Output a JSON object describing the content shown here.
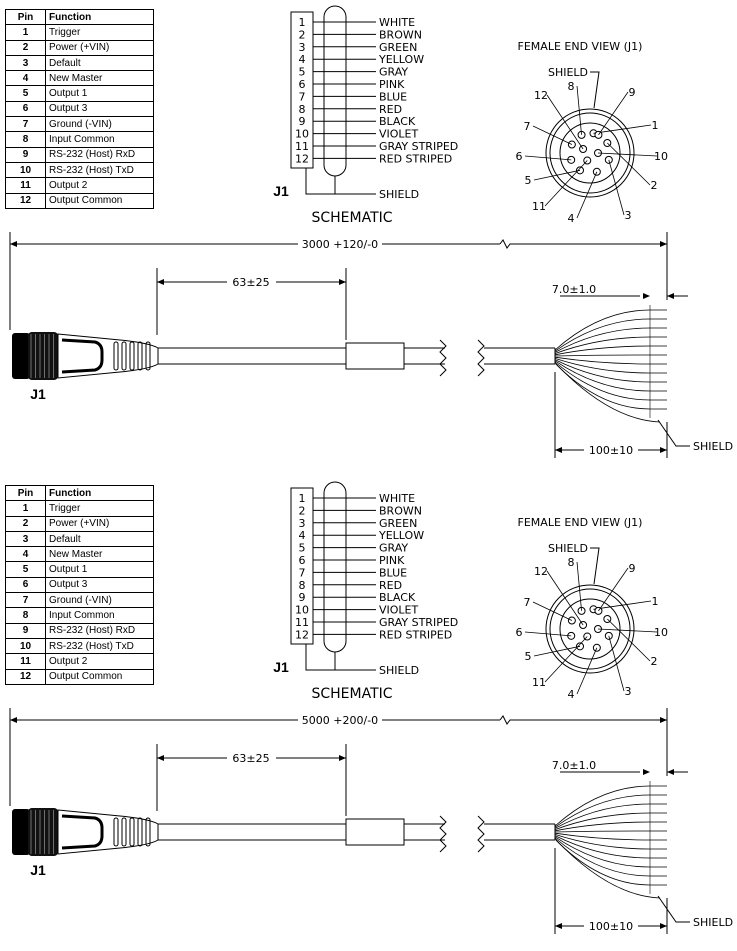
{
  "pin_table": {
    "headers": [
      "Pin",
      "Function"
    ],
    "rows": [
      [
        "1",
        "Trigger"
      ],
      [
        "2",
        "Power (+VIN)"
      ],
      [
        "3",
        "Default"
      ],
      [
        "4",
        "New Master"
      ],
      [
        "5",
        "Output 1"
      ],
      [
        "6",
        "Output 3"
      ],
      [
        "7",
        "Ground (-VIN)"
      ],
      [
        "8",
        "Input Common"
      ],
      [
        "9",
        "RS-232 (Host) RxD"
      ],
      [
        "10",
        "RS-232 (Host) TxD"
      ],
      [
        "11",
        "Output 2"
      ],
      [
        "12",
        "Output Common"
      ]
    ]
  },
  "schematic": {
    "title": "SCHEMATIC",
    "connector_label": "J1",
    "pins": [
      "1",
      "2",
      "3",
      "4",
      "5",
      "6",
      "7",
      "8",
      "9",
      "10",
      "11",
      "12"
    ],
    "wires": [
      "WHITE",
      "BROWN",
      "GREEN",
      "YELLOW",
      "GRAY",
      "PINK",
      "BLUE",
      "RED",
      "BLACK",
      "VIOLET",
      "GRAY STRIPED",
      "RED STRIPED"
    ],
    "shield_label": "SHIELD"
  },
  "end_view": {
    "title": "FEMALE END VIEW (J1)",
    "shield_label": "SHIELD",
    "pin_labels": [
      "1",
      "2",
      "3",
      "4",
      "5",
      "6",
      "7",
      "8",
      "9",
      "10",
      "11",
      "12"
    ]
  },
  "cable_drawings": [
    {
      "overall_length": "3000 +120/-0",
      "connector_length": "63±25",
      "strip_length": "7.0±1.0",
      "leads_length": "100±10",
      "shield_label": "SHIELD",
      "connector_label": "J1"
    },
    {
      "overall_length": "5000 +200/-0",
      "connector_length": "63±25",
      "strip_length": "7.0±1.0",
      "leads_length": "100±10",
      "shield_label": "SHIELD",
      "connector_label": "J1"
    }
  ]
}
